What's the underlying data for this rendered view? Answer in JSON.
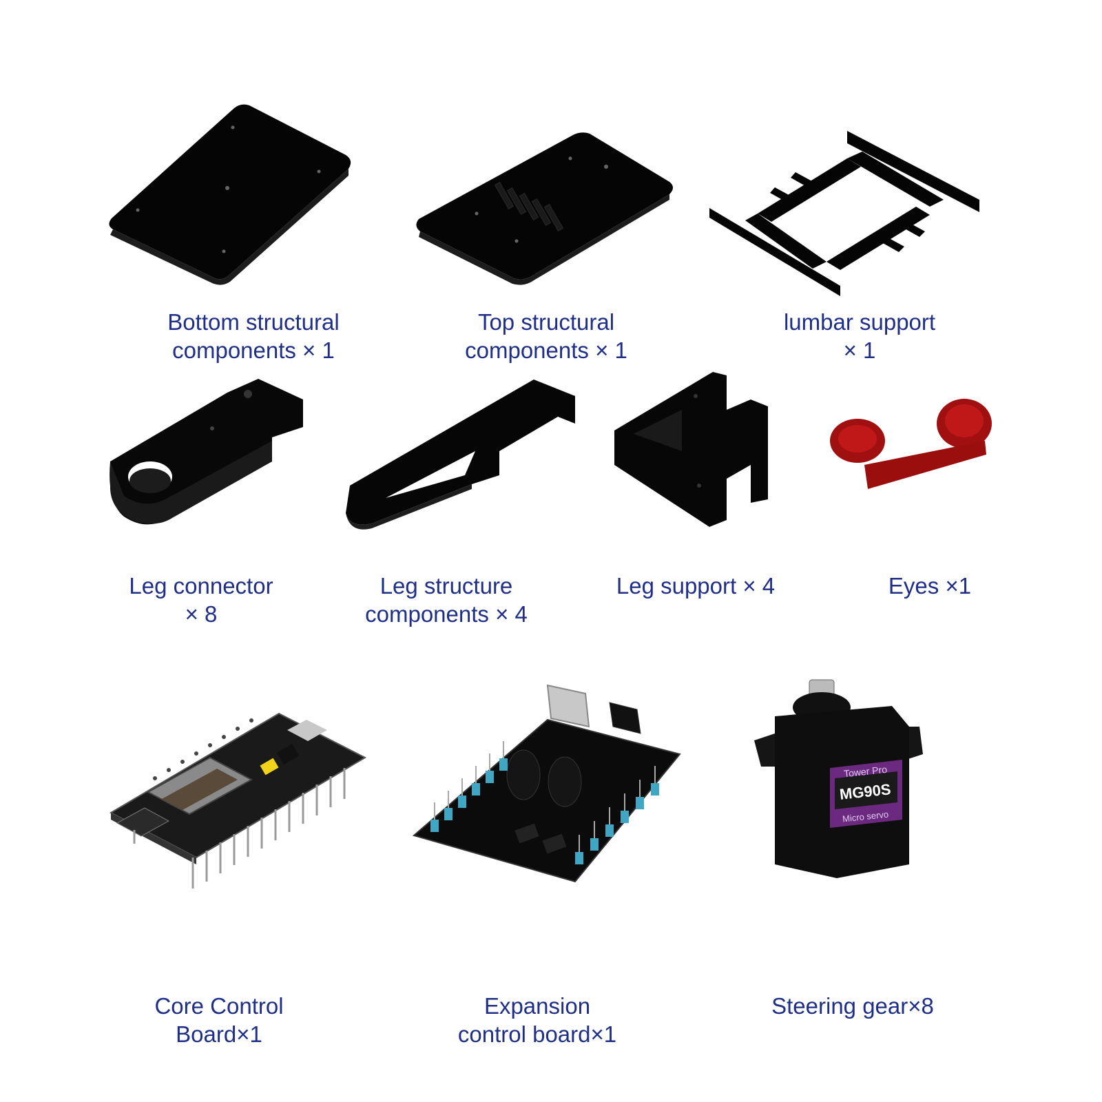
{
  "colors": {
    "label_text": "#1f2e86",
    "plastic_black": "#0b0b0b",
    "eyes_red": "#a01010",
    "pin_blue": "#3fa6c4",
    "servo_label_purple": "#6b2a80",
    "usb_silver": "#c8c8c8",
    "button_yellow": "#f2d21a"
  },
  "parts": [
    {
      "id": "bottom",
      "icon": "bottom-plate-icon",
      "line1": "Bottom structural",
      "line2": "components × 1"
    },
    {
      "id": "top",
      "icon": "top-plate-icon",
      "line1": "Top structural",
      "line2": "components × 1"
    },
    {
      "id": "lumbar",
      "icon": "lumbar-frame-icon",
      "line1": "lumbar support",
      "line2": "× 1"
    },
    {
      "id": "legconn",
      "icon": "leg-connector-icon",
      "line1": "Leg connector",
      "line2": "× 8"
    },
    {
      "id": "legstruct",
      "icon": "leg-structure-icon",
      "line1": "Leg structure",
      "line2": "components × 4"
    },
    {
      "id": "legsupport",
      "icon": "leg-support-icon",
      "line1": "Leg support × 4",
      "line2": ""
    },
    {
      "id": "eyes",
      "icon": "eyes-icon",
      "line1": "Eyes ×1",
      "line2": ""
    },
    {
      "id": "core",
      "icon": "core-board-icon",
      "line1": "Core Control",
      "line2": "Board×1"
    },
    {
      "id": "expansion",
      "icon": "expansion-board-icon",
      "line1": "Expansion",
      "line2": "control board×1"
    },
    {
      "id": "servo",
      "icon": "servo-icon",
      "line1": "Steering gear×8",
      "line2": ""
    }
  ],
  "servo_sticker": {
    "brand": "Tower Pro",
    "model": "MG90S",
    "subtitle": "Micro servo"
  }
}
